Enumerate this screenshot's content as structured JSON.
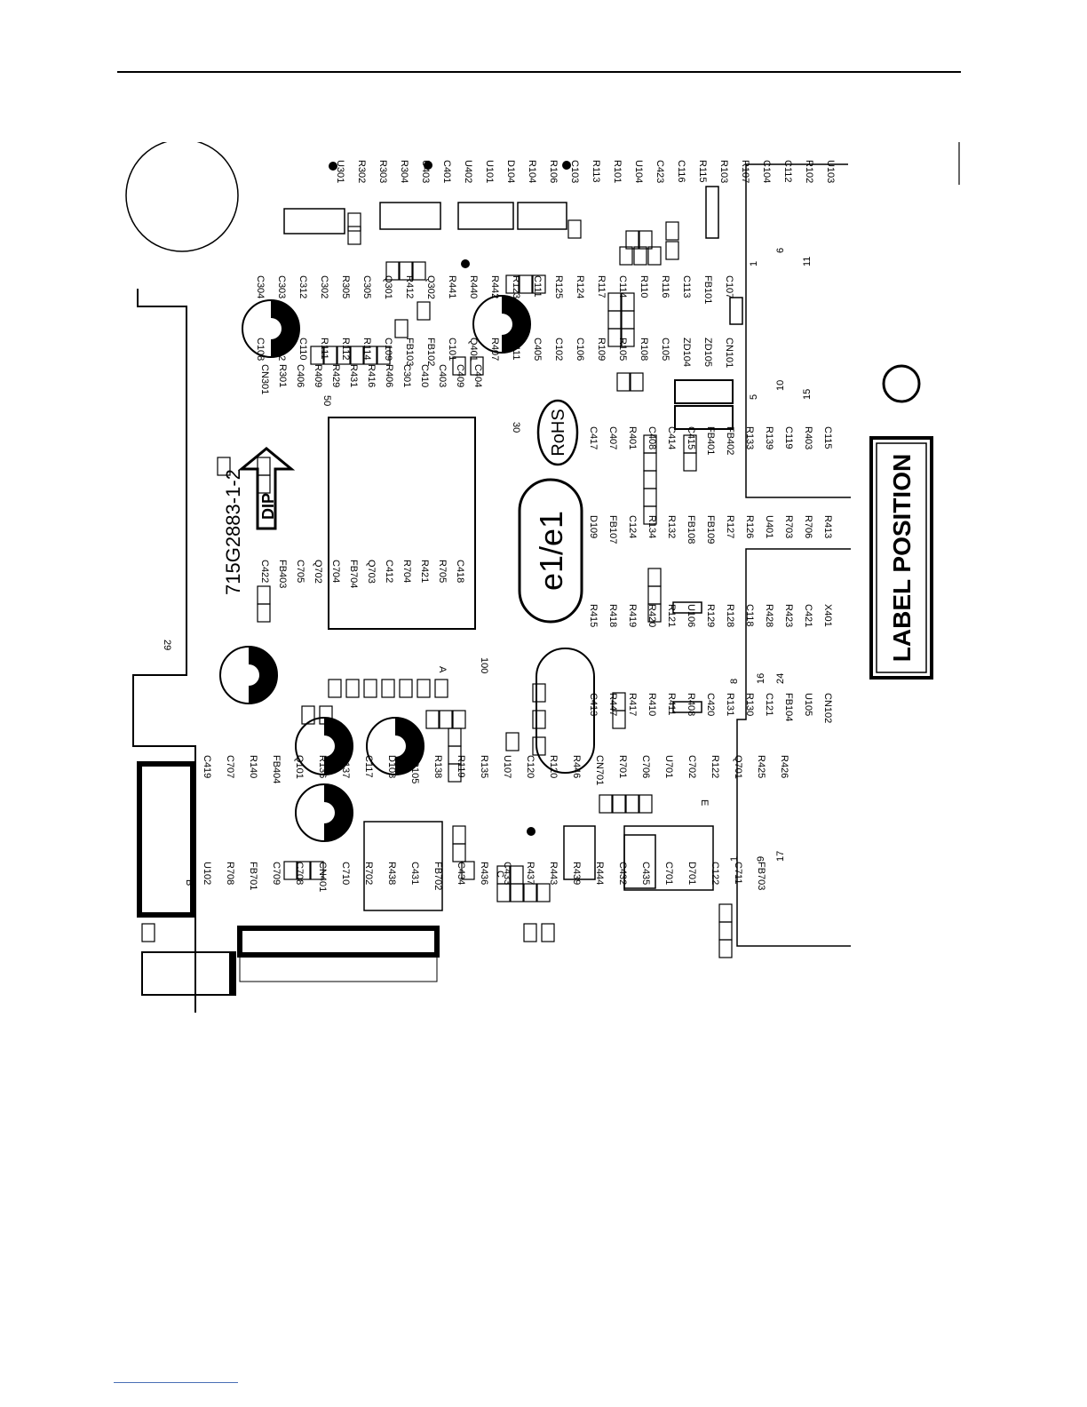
{
  "board_id": "715G2883-1-2",
  "dip_label": "DIP",
  "rohs_label": "RoHS",
  "e1_label": "e1/e1",
  "label_position": "LABEL POSITION",
  "pin_marks": {
    "cn101": [
      "1",
      "6",
      "11",
      "5",
      "10",
      "15"
    ],
    "cn102": [
      "8",
      "16",
      "24",
      "1",
      "9",
      "17"
    ]
  },
  "refs_top": [
    "U301",
    "R302",
    "R303",
    "R304",
    "U403",
    "C401",
    "U402",
    "U101",
    "D104",
    "R104",
    "R106",
    "C103",
    "R113",
    "R101",
    "U104",
    "C423",
    "C116",
    "R115",
    "R103",
    "R107",
    "C104",
    "C112",
    "R102",
    "U103"
  ],
  "refs_upper": [
    "C304",
    "C303",
    "C312",
    "C302",
    "R305",
    "C305",
    "Q301",
    "R412",
    "Q302",
    "R441",
    "R440",
    "R442",
    "R123",
    "C111",
    "R125",
    "R124",
    "R117",
    "C114",
    "R110",
    "R116",
    "C113",
    "FB101",
    "C107",
    "C108",
    "C402",
    "C110",
    "R111",
    "R112",
    "R114",
    "C109",
    "FB103",
    "FB102",
    "C101",
    "Q401",
    "R407",
    "C411",
    "C405",
    "C102",
    "C106",
    "R109",
    "R105",
    "R108",
    "C105",
    "ZD104",
    "ZD105",
    "CN101"
  ],
  "refs_left": [
    "CN301",
    "R301",
    "C406",
    "R409",
    "R429",
    "R431",
    "R416",
    "R406",
    "C301",
    "C410",
    "C403",
    "C409",
    "C404",
    "C422",
    "FB403",
    "C705",
    "Q702",
    "C704",
    "FB704",
    "Q703",
    "C412",
    "R704",
    "R421",
    "R705",
    "C418"
  ],
  "refs_mid": [
    "C417",
    "C407",
    "R401",
    "C408",
    "C414",
    "C415",
    "FB401",
    "FB402",
    "R133",
    "R139",
    "C119",
    "R403",
    "C115",
    "D109",
    "FB107",
    "C124",
    "R134",
    "R132",
    "FB108",
    "FB109",
    "R127",
    "R126",
    "U401",
    "R703",
    "R706",
    "R413",
    "R415",
    "R418",
    "R419",
    "R420",
    "R121",
    "U106",
    "R129",
    "R128",
    "C118",
    "R428",
    "R423",
    "C421",
    "X401",
    "C413",
    "R447",
    "R417",
    "R410",
    "R411",
    "R408",
    "C420",
    "R131",
    "R130",
    "C121",
    "FB104",
    "U105",
    "CN102"
  ],
  "refs_lower": [
    "C419",
    "C707",
    "R140",
    "FB404",
    "Q101",
    "R136",
    "R137",
    "C117",
    "D108",
    "FB105",
    "R138",
    "R119",
    "R135",
    "U107",
    "C120",
    "R120",
    "R446",
    "CN701",
    "R701",
    "C706",
    "U701",
    "C702",
    "R122",
    "Q701",
    "R425",
    "R426",
    "U102",
    "R708",
    "FB701",
    "C709",
    "C708",
    "CN401",
    "C710",
    "R702",
    "R438",
    "C431",
    "FB702",
    "C434",
    "R436",
    "C433",
    "R437",
    "R443",
    "R439",
    "R444",
    "C432",
    "C435",
    "C701",
    "D701",
    "C122",
    "C711",
    "FB703"
  ],
  "misc_marks": [
    "50",
    "30",
    "29",
    "100",
    "A",
    "B",
    "E",
    "C"
  ]
}
